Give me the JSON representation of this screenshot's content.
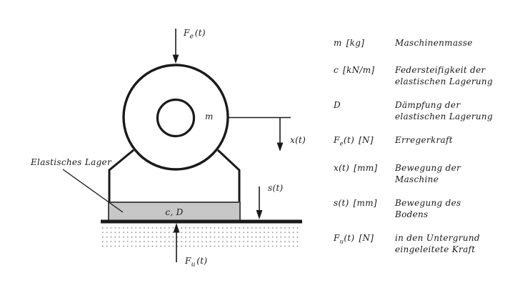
{
  "figure": {
    "excitation_force": {
      "base": "F",
      "sub": "e",
      "args": "(t)"
    },
    "ground_force": {
      "base": "F",
      "sub": "u",
      "args": "(t)"
    },
    "mass_label": "m",
    "machine_motion_label": "x(t)",
    "ground_motion_label": "s(t)",
    "elastic_bearing_callout": "Elastisches Lager",
    "bearing_params_label": "c, D",
    "colors": {
      "line": "#1a1a1a",
      "bearing_fill": "#c7c7c7",
      "bearing_border": "#474747",
      "ground_dots": "#9a9a9a",
      "background": "#ffffff"
    }
  },
  "legend": {
    "rows": [
      {
        "base": "m",
        "sub": "",
        "args": "",
        "unit": "[kg]",
        "lines": [
          "Maschinenmasse"
        ]
      },
      {
        "base": "c",
        "sub": "",
        "args": "",
        "unit": "[kN/m]",
        "lines": [
          "Federsteifigkeit der",
          "elastischen Lagerung"
        ]
      },
      {
        "base": "D",
        "sub": "",
        "args": "",
        "unit": "",
        "lines": [
          "Dämpfung der",
          "elastischen Lagerung"
        ]
      },
      {
        "base": "F",
        "sub": "e",
        "args": "(t)",
        "unit": "[N]",
        "lines": [
          "Erregerkraft"
        ]
      },
      {
        "base": "x",
        "sub": "",
        "args": "(t)",
        "unit": "[mm]",
        "lines": [
          "Bewegung der",
          "Maschine"
        ]
      },
      {
        "base": "s",
        "sub": "",
        "args": "(t)",
        "unit": "[mm]",
        "lines": [
          "Bewegung des",
          "Bodens"
        ]
      },
      {
        "base": "F",
        "sub": "u",
        "args": "(t)",
        "unit": "[N]",
        "lines": [
          "in den Untergrund",
          "eingeleitete Kraft"
        ]
      }
    ]
  }
}
